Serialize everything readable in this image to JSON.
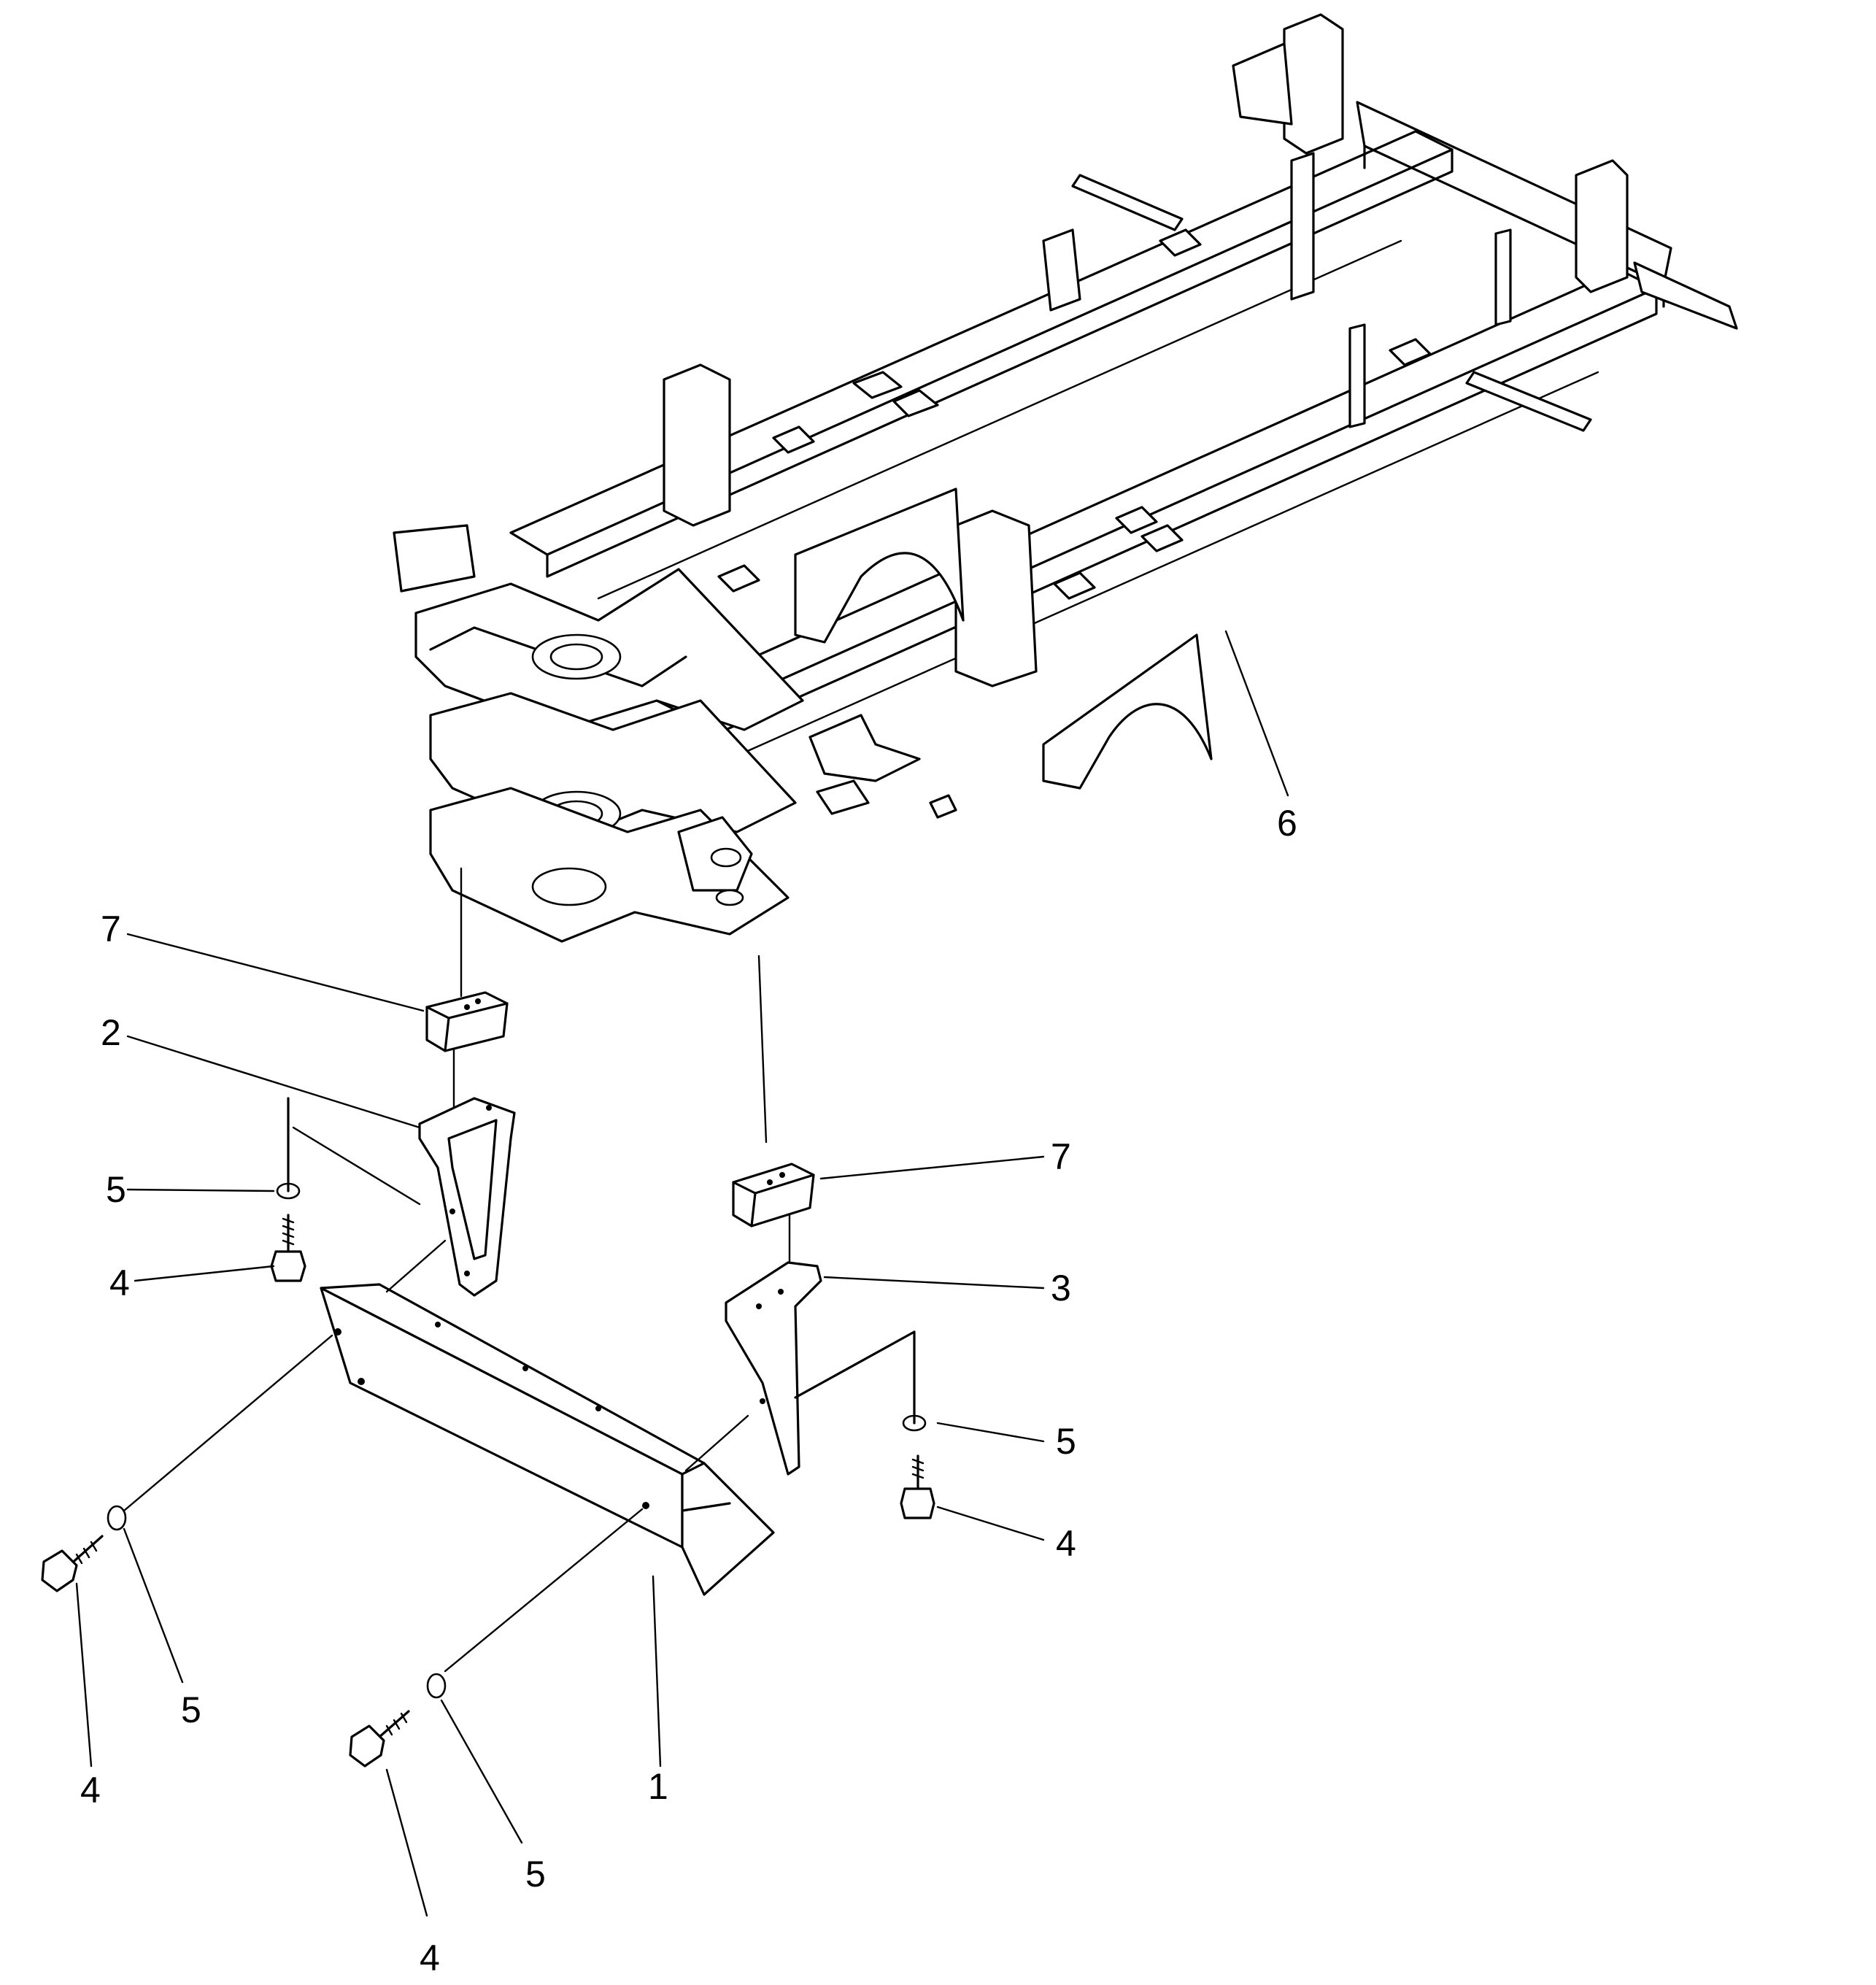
{
  "callouts": {
    "c1": "1",
    "c2": "2",
    "c3": "3",
    "c4a": "4",
    "c4b": "4",
    "c4c": "4",
    "c4d": "4",
    "c5a": "5",
    "c5b": "5",
    "c5c": "5",
    "c5d": "5",
    "c6": "6",
    "c7a": "7",
    "c7b": "7"
  }
}
